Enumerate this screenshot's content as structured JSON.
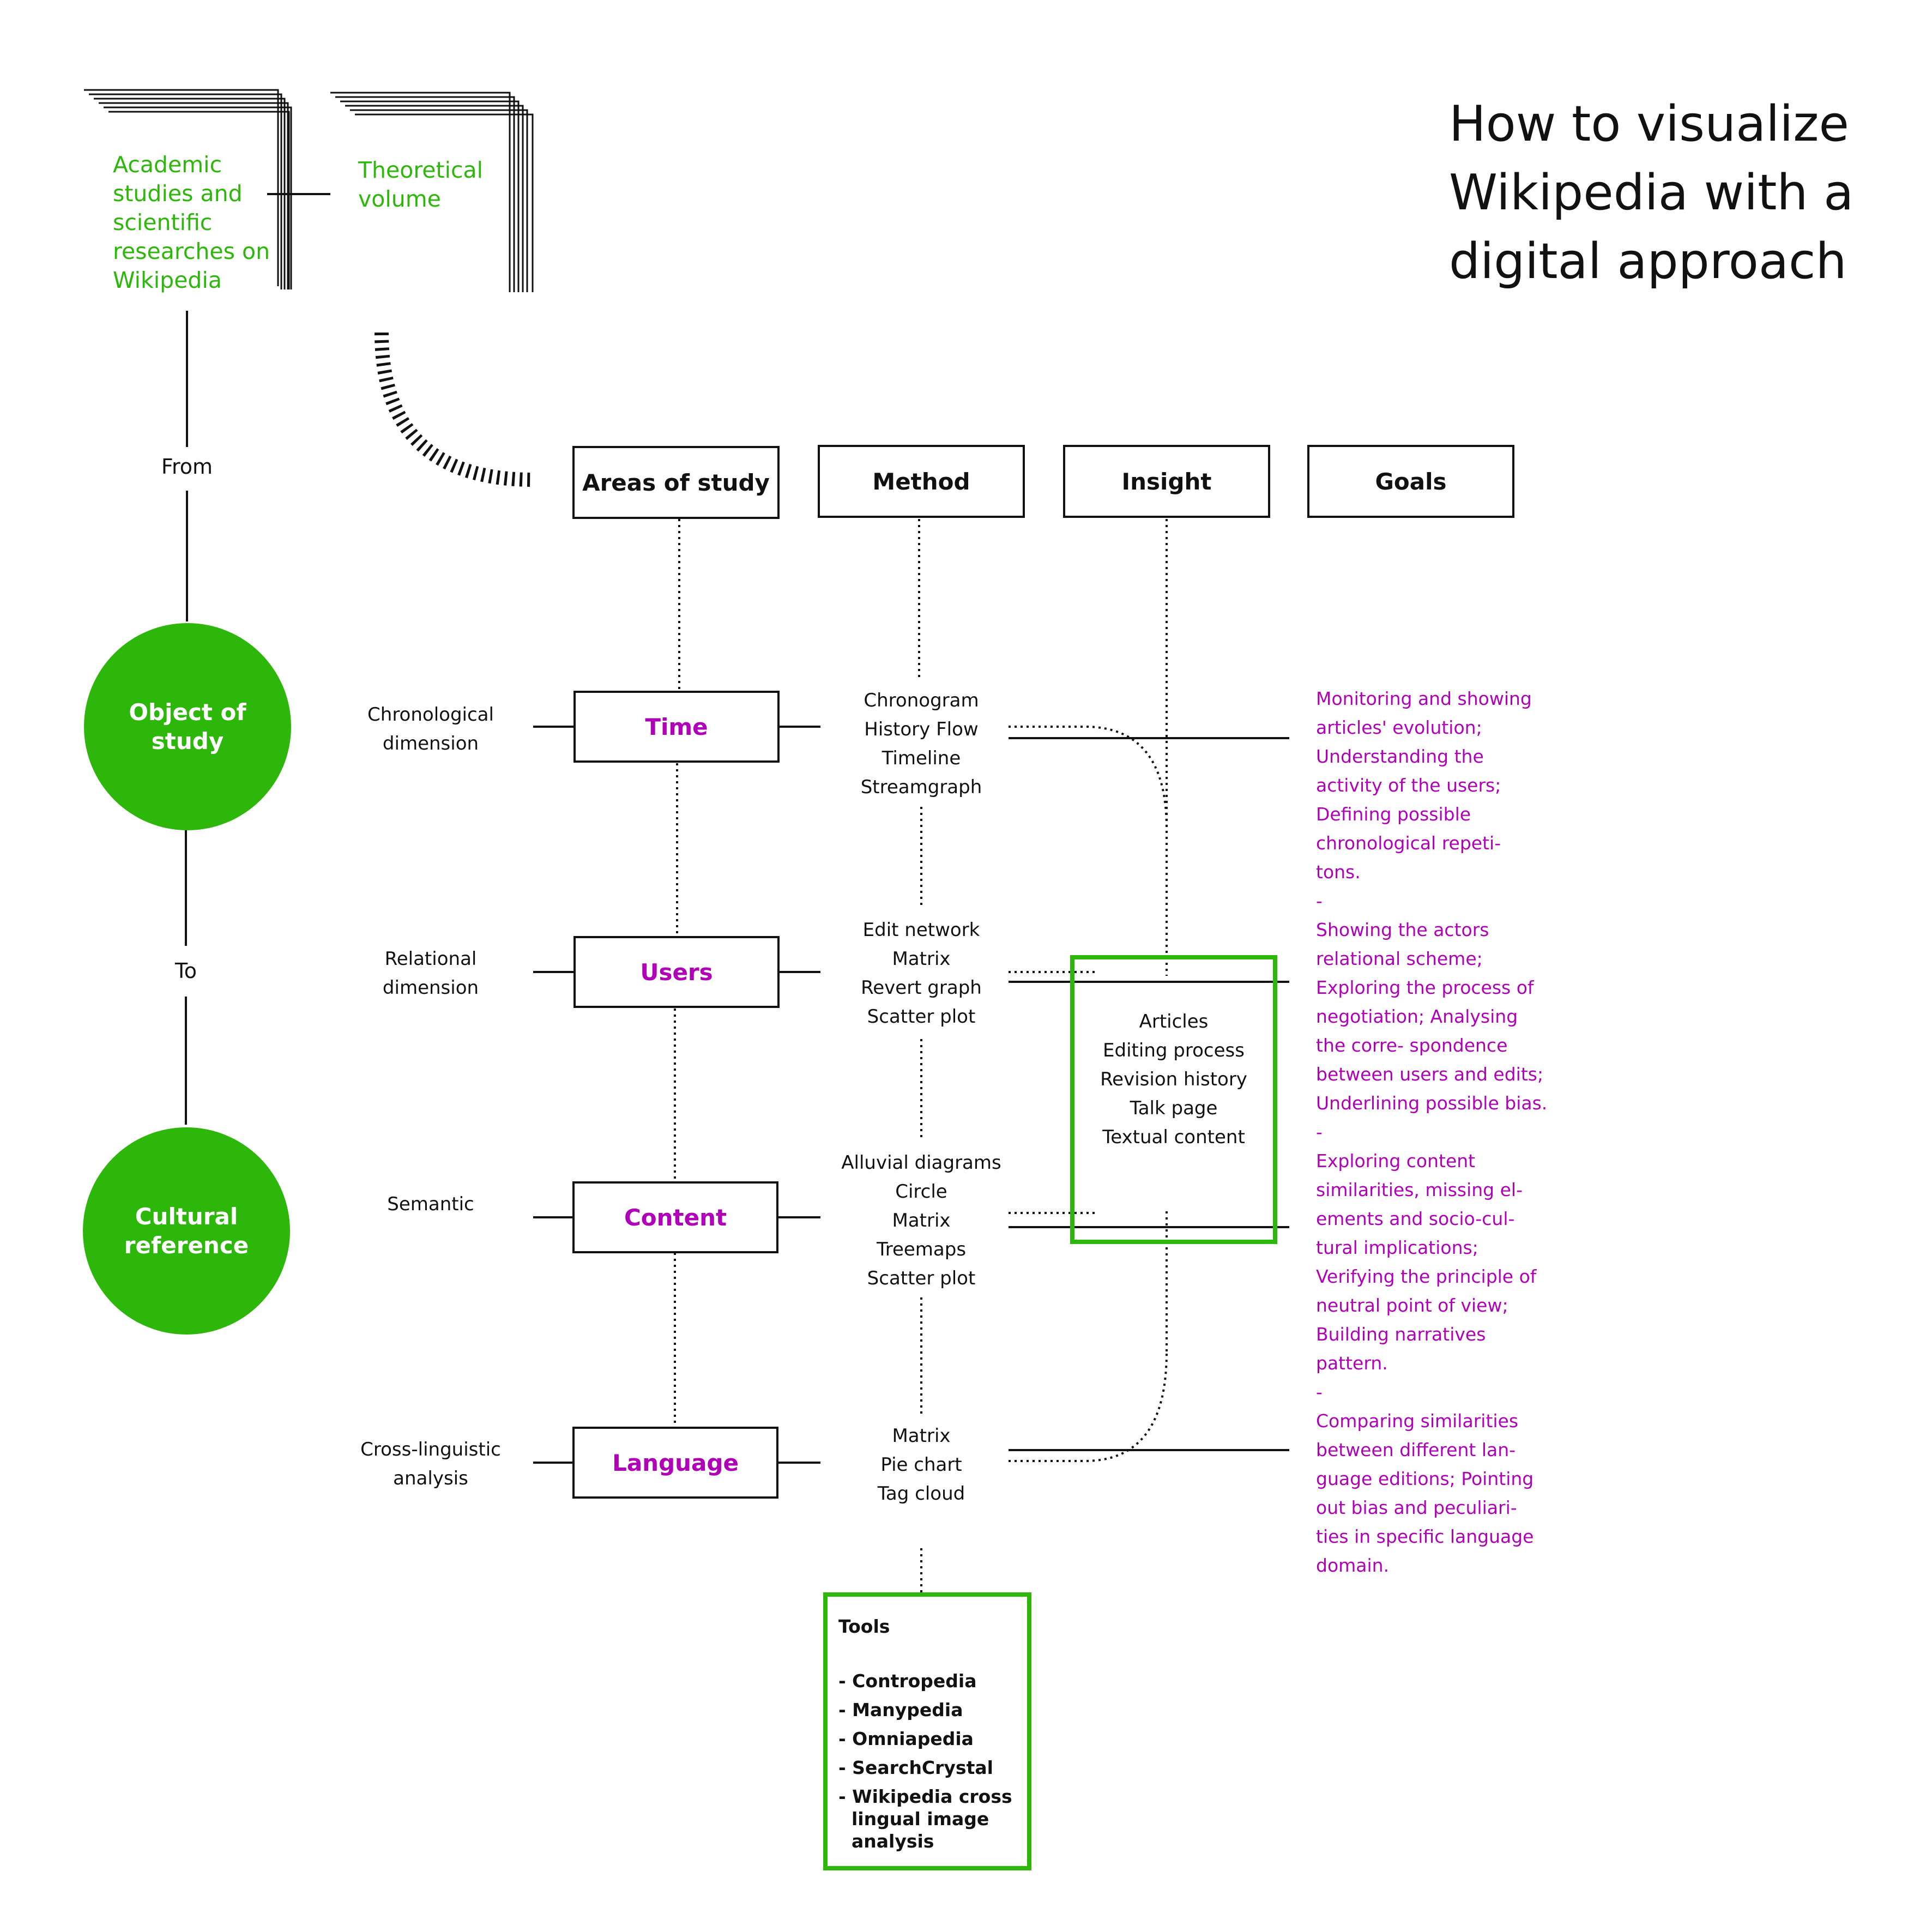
{
  "title": "How to visualize Wikipedia with a digital approach",
  "sources": {
    "academic": "Academic studies and scientific researches on Wikipedia",
    "theoretical": "Theoretical volume"
  },
  "flow": {
    "from": "From",
    "to": "To"
  },
  "circles": {
    "object": "Object of study",
    "cultural": "Cultural reference"
  },
  "headers": {
    "areas": "Areas of study",
    "method": "Method",
    "insight": "Insight",
    "goals": "Goals"
  },
  "areas": [
    {
      "label": "Time",
      "dimension": "Chronological dimension",
      "methods": [
        "Chronogram",
        "History Flow",
        "Timeline",
        "Streamgraph"
      ]
    },
    {
      "label": "Users",
      "dimension": "Relational dimension",
      "methods": [
        "Edit network",
        "Matrix",
        "Revert graph",
        "Scatter plot"
      ]
    },
    {
      "label": "Content",
      "dimension": "Semantic",
      "methods": [
        "Alluvial diagrams",
        "Circle",
        "Matrix",
        "Treemaps",
        "Scatter plot"
      ]
    },
    {
      "label": "Language",
      "dimension": "Cross-linguistic analysis",
      "methods": [
        "Matrix",
        "Pie chart",
        "Tag cloud"
      ]
    }
  ],
  "insight": [
    "Articles",
    "Editing process",
    "Revision history",
    "Talk page",
    "Textual content"
  ],
  "goals": [
    "Monitoring and showing articles' evolution; Understanding the activity of the users; Defining possible chronological repeti- tons.",
    "Showing the actors relational scheme; Exploring the process of negotiation; Analysing the corre- spondence between users and edits; Underlining possible bias.",
    "Exploring content similarities, missing el- ements and socio-cul- tural implications; Verifying the principle of neutral point of view; Building narratives pattern.",
    "Comparing similarities between different lan- guage editions; Pointing out bias and peculiari- ties in specific language domain."
  ],
  "goal_separator": "-",
  "tools": {
    "title": "Tools",
    "items": [
      "- Contropedia",
      "- Manypedia",
      "- Omniapedia",
      "- SearchCrystal",
      "- Wikipedia cross lingual image analysis"
    ]
  },
  "colors": {
    "green": "#2db70b",
    "purple": "#b000b8",
    "ink": "#111111"
  }
}
